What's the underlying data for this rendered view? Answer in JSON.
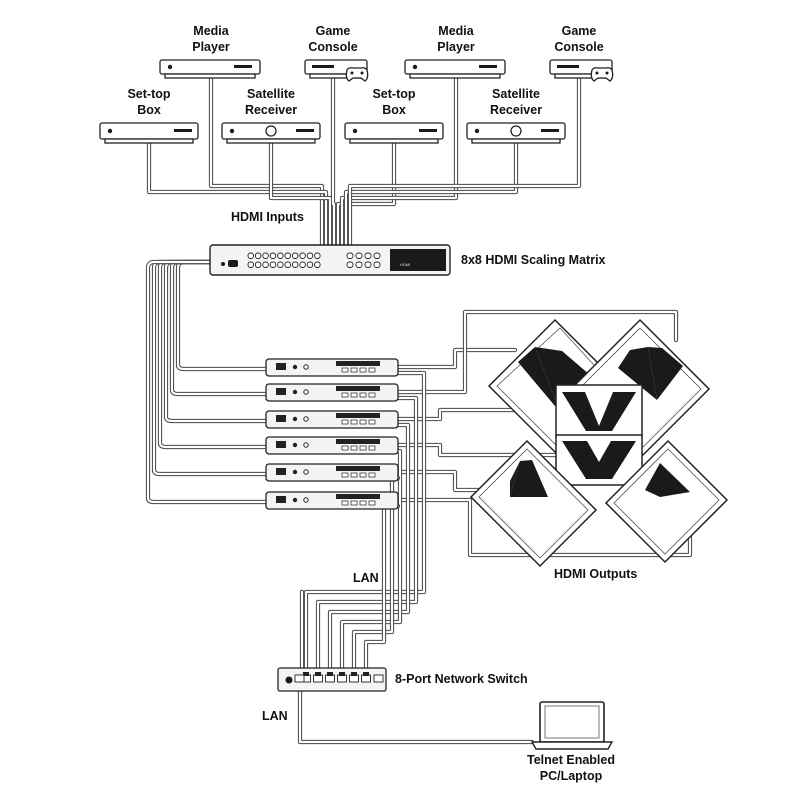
{
  "sources": {
    "media_player_1": [
      "Media",
      "Player"
    ],
    "game_console_1": [
      "Game",
      "Console"
    ],
    "media_player_2": [
      "Media",
      "Player"
    ],
    "game_console_2": [
      "Game",
      "Console"
    ],
    "settop_1": [
      "Set-top",
      "Box"
    ],
    "satellite_1": [
      "Satellite",
      "Receiver"
    ],
    "settop_2": [
      "Set-top",
      "Box"
    ],
    "satellite_2": [
      "Satellite",
      "Receiver"
    ]
  },
  "labels": {
    "hdmi_inputs": "HDMI Inputs",
    "matrix": "8x8 HDMI Scaling Matrix",
    "hdmi_outputs": "HDMI Outputs",
    "lan_top": "LAN",
    "network_switch": "8-Port Network Switch",
    "lan_bottom": "LAN",
    "laptop": [
      "Telnet Enabled",
      "PC/Laptop"
    ]
  },
  "icons": {
    "source_device": "av-device-icon",
    "game_controller": "gamepad-icon",
    "display": "display-icon",
    "receiver": "hdmi-receiver-icon",
    "switch": "network-switch-icon",
    "laptop": "laptop-icon"
  }
}
